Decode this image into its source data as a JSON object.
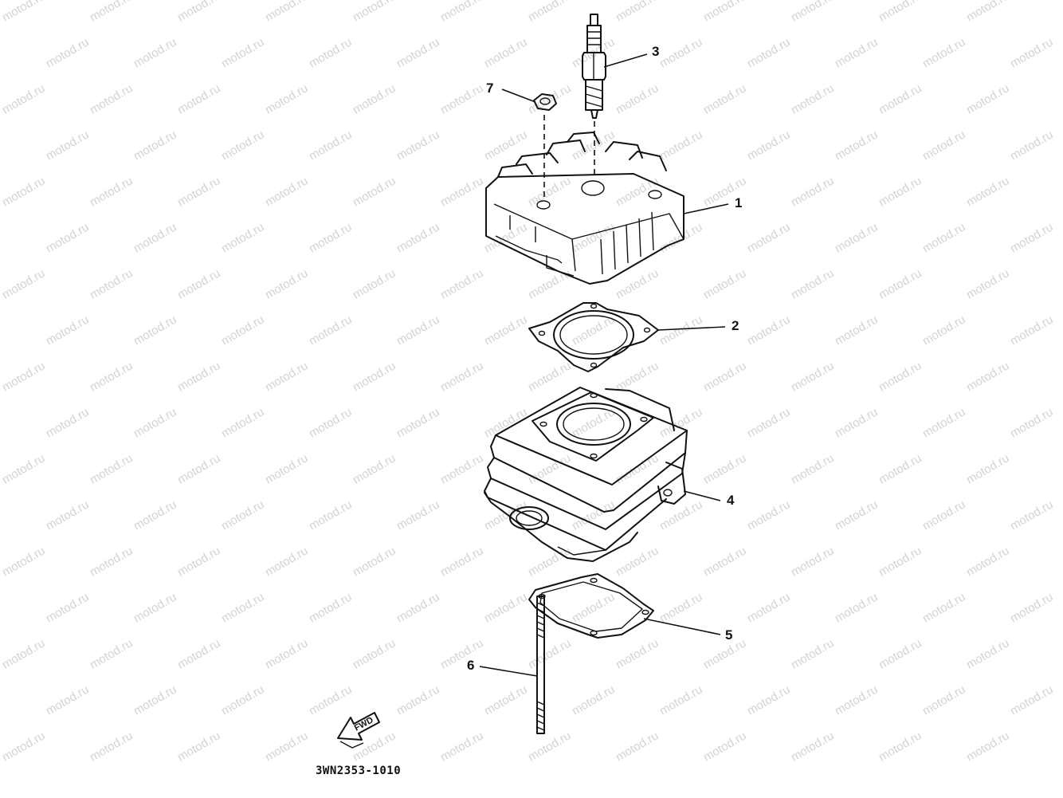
{
  "watermark": {
    "text": "motod.ru",
    "color": "#d3d3d3"
  },
  "callouts": [
    {
      "number": "1",
      "part": "cylinder-head"
    },
    {
      "number": "2",
      "part": "head-gasket"
    },
    {
      "number": "3",
      "part": "spark-plug"
    },
    {
      "number": "4",
      "part": "cylinder"
    },
    {
      "number": "5",
      "part": "base-gasket"
    },
    {
      "number": "6",
      "part": "stud-bolt"
    },
    {
      "number": "7",
      "part": "nut"
    }
  ],
  "fwd_label": "FWD",
  "diagram_code": "3WN2353-1010"
}
